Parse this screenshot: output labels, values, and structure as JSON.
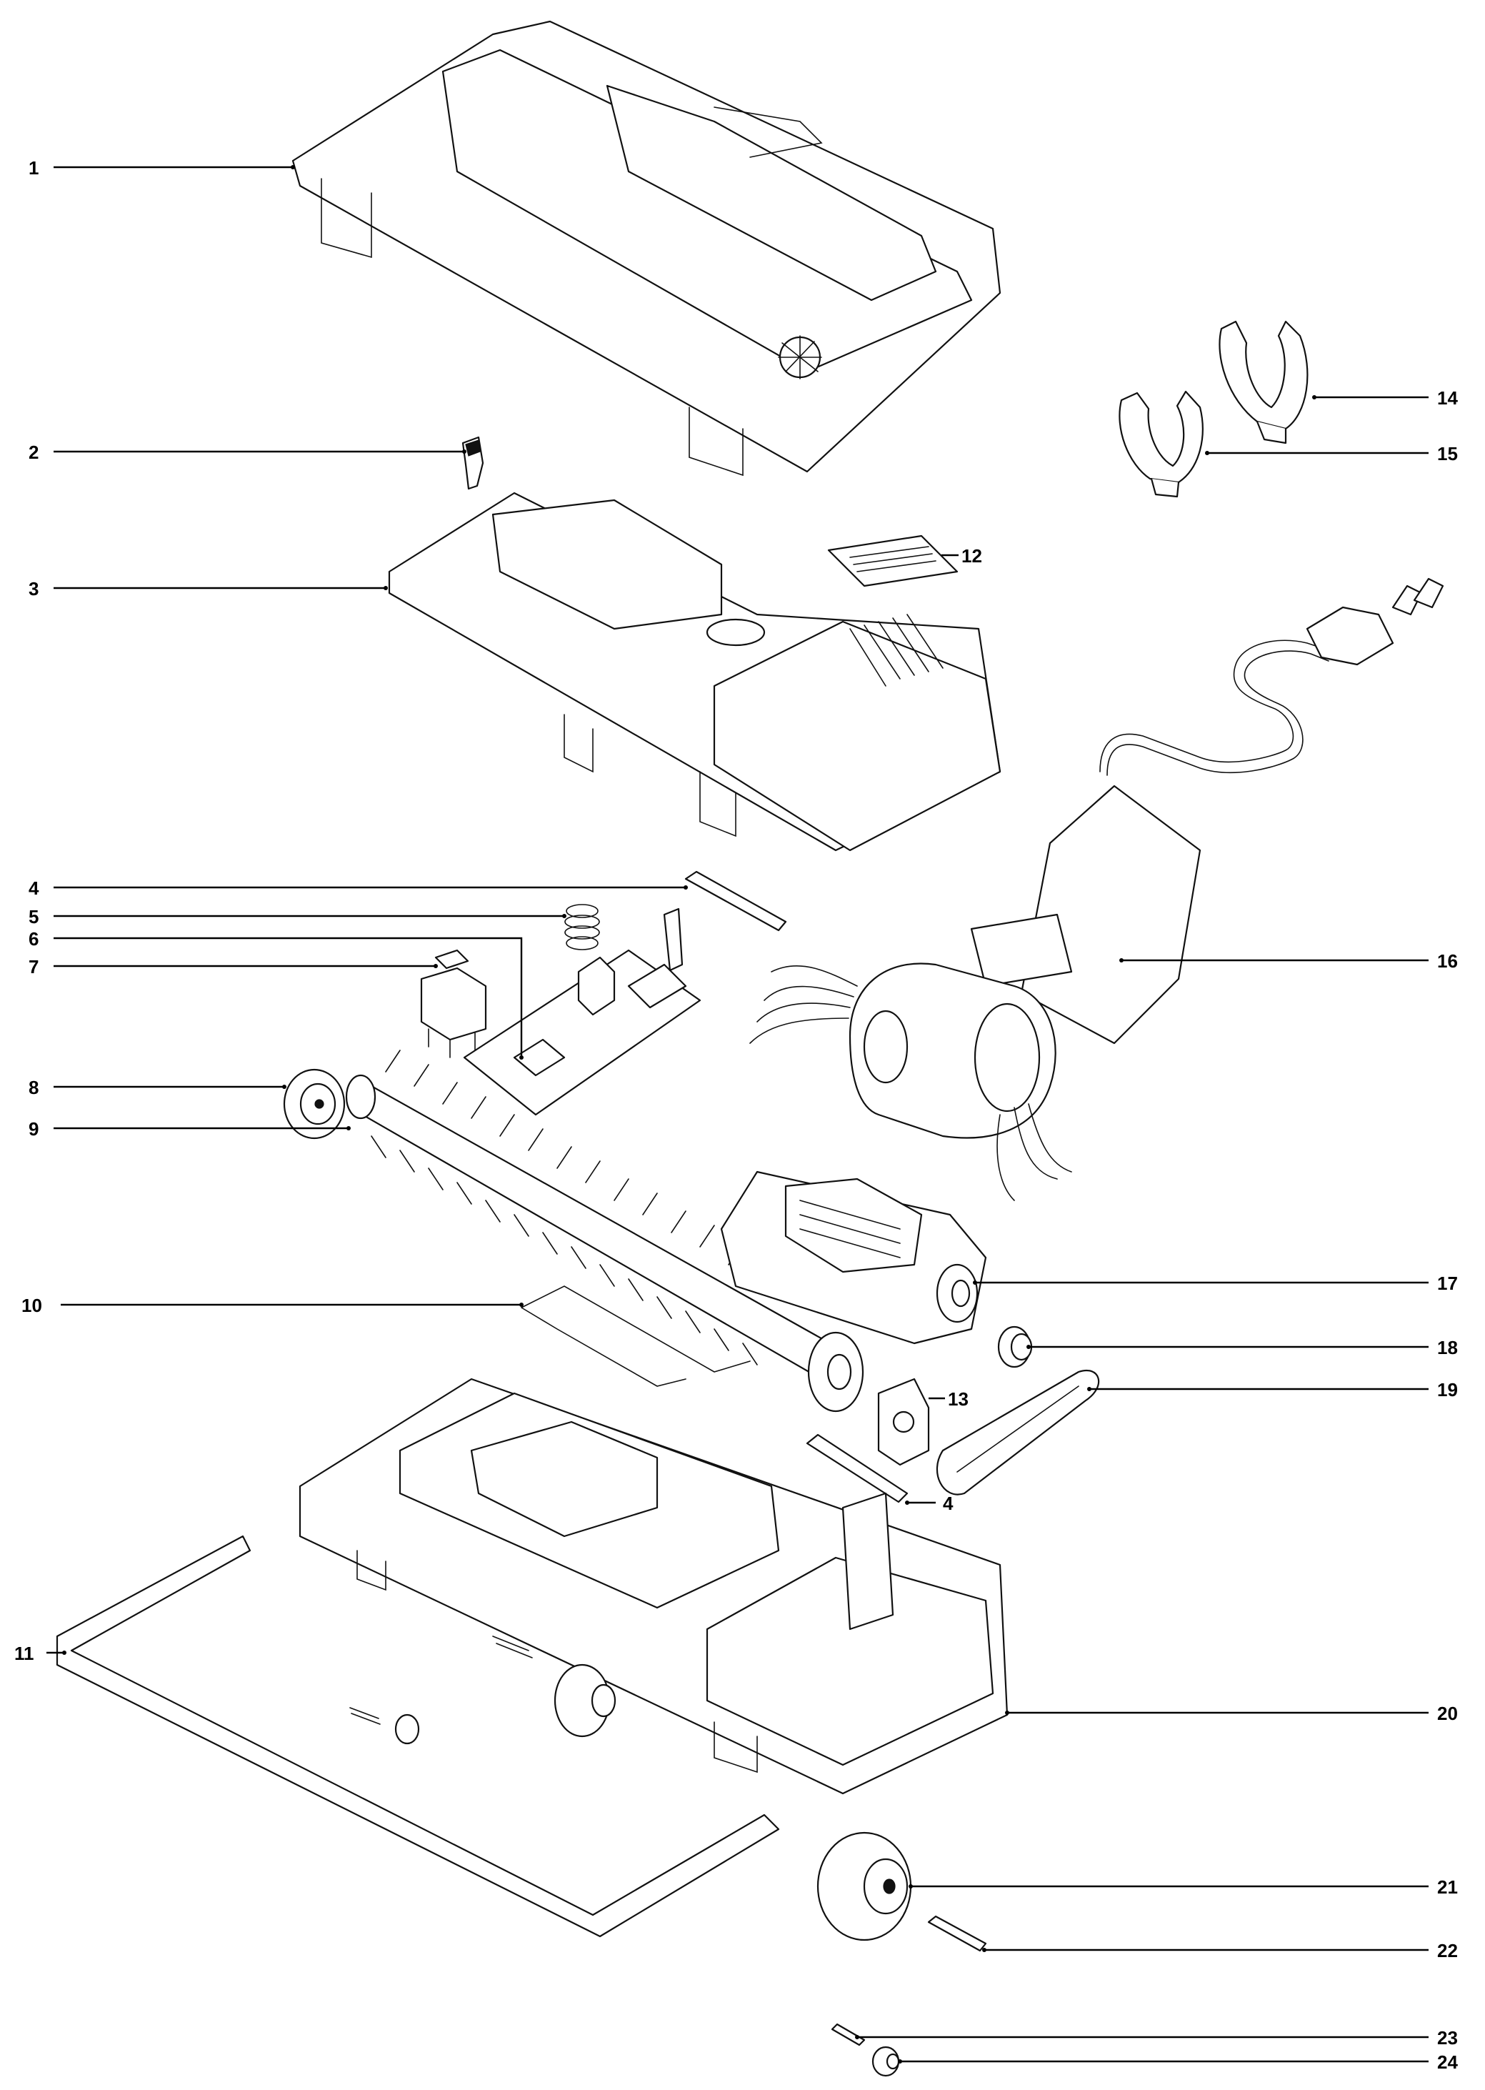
{
  "callouts": [
    {
      "id": "1",
      "label": "1"
    },
    {
      "id": "2",
      "label": "2"
    },
    {
      "id": "3",
      "label": "3"
    },
    {
      "id": "4a",
      "label": "4"
    },
    {
      "id": "5",
      "label": "5"
    },
    {
      "id": "6",
      "label": "6"
    },
    {
      "id": "7",
      "label": "7"
    },
    {
      "id": "8",
      "label": "8"
    },
    {
      "id": "9",
      "label": "9"
    },
    {
      "id": "10",
      "label": "10"
    },
    {
      "id": "11",
      "label": "11"
    },
    {
      "id": "12",
      "label": "12"
    },
    {
      "id": "13",
      "label": "13"
    },
    {
      "id": "14",
      "label": "14"
    },
    {
      "id": "15",
      "label": "15"
    },
    {
      "id": "16",
      "label": "16"
    },
    {
      "id": "17",
      "label": "17"
    },
    {
      "id": "18",
      "label": "18"
    },
    {
      "id": "19",
      "label": "19"
    },
    {
      "id": "4b",
      "label": "4"
    },
    {
      "id": "20",
      "label": "20"
    },
    {
      "id": "21",
      "label": "21"
    },
    {
      "id": "22",
      "label": "22"
    },
    {
      "id": "23",
      "label": "23"
    },
    {
      "id": "24",
      "label": "24"
    }
  ],
  "colors": {
    "ink": "#111111",
    "paper": "#ffffff"
  }
}
